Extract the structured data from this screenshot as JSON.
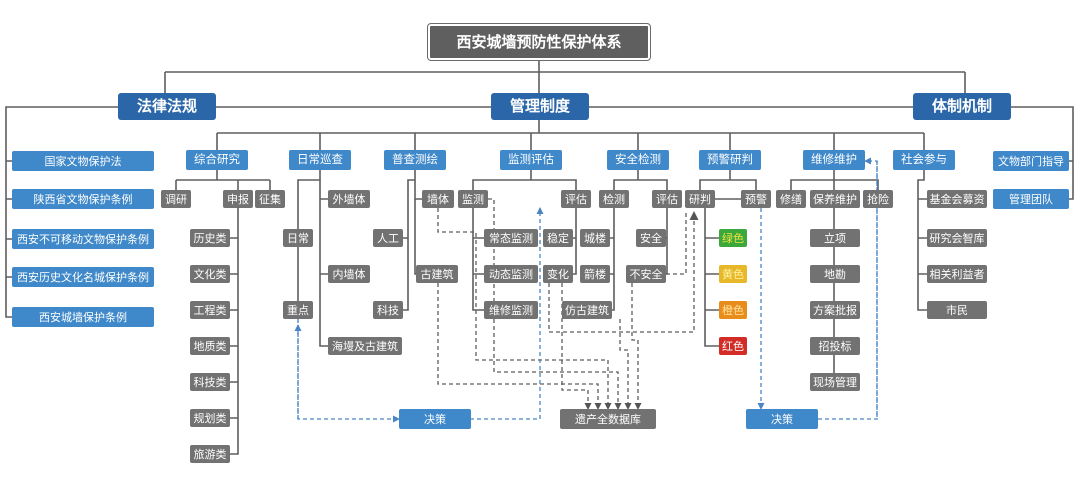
{
  "title": "西安城墙预防性保护体系",
  "categories": {
    "law": "法律法规",
    "management": "管理制度",
    "mechanism": "体制机制"
  },
  "law_items": [
    "国家文物保护法",
    "陕西省文物保护条例",
    "西安不可移动文物保护条例",
    "西安历史文化名城保护条例",
    "西安城墙保护条例"
  ],
  "mechanism_items": [
    "文物部门指导",
    "管理团队"
  ],
  "research": {
    "label": "综合研究",
    "sub": [
      "调研",
      "申报",
      "征集"
    ],
    "items": [
      "历史类",
      "文化类",
      "工程类",
      "地质类",
      "科技类",
      "规划类",
      "旅游类"
    ]
  },
  "patrol": {
    "label": "日常巡查",
    "sub": [
      "日常",
      "重点"
    ],
    "targets": [
      "外墙体",
      "内墙体",
      "海墁及古建筑"
    ]
  },
  "survey": {
    "label": "普查测绘",
    "sub": [
      "人工",
      "科技"
    ],
    "targets": [
      "墙体",
      "古建筑"
    ]
  },
  "monitoring": {
    "label": "监测评估",
    "monitor": "监测",
    "monitor_items": [
      "常态监测",
      "动态监测",
      "维修监测"
    ],
    "evaluate": "评估",
    "evaluate_items": [
      "稳定",
      "变化"
    ]
  },
  "safety": {
    "label": "安全检测",
    "detect": "检测",
    "detect_items": [
      "城楼",
      "箭楼",
      "仿古建筑"
    ],
    "evaluate": "评估",
    "evaluate_items": [
      "安全",
      "不安全"
    ]
  },
  "warning": {
    "label": "预警研判",
    "judge": "研判",
    "alert": "预警",
    "levels": [
      "绿色",
      "黄色",
      "橙色",
      "红色"
    ]
  },
  "maintenance": {
    "label": "维修维护",
    "sub": [
      "修缮",
      "保养维护",
      "抢险"
    ],
    "steps": [
      "立项",
      "地勘",
      "方案批报",
      "招投标",
      "现场管理"
    ]
  },
  "social": {
    "label": "社会参与",
    "items": [
      "基金会募资",
      "研究会智库",
      "相关利益者",
      "市民"
    ]
  },
  "decision_label": "决策",
  "database_label": "遗产全数据库",
  "colors": {
    "line": "#5e5e5e",
    "dash": "#4a86c5",
    "blue_dark": "#2a66a8",
    "blue": "#3f88c9",
    "gray": "#727272",
    "green": "#3aa83a",
    "yellow": "#e7b82a",
    "orange": "#e88c1c",
    "red": "#d32b25"
  }
}
